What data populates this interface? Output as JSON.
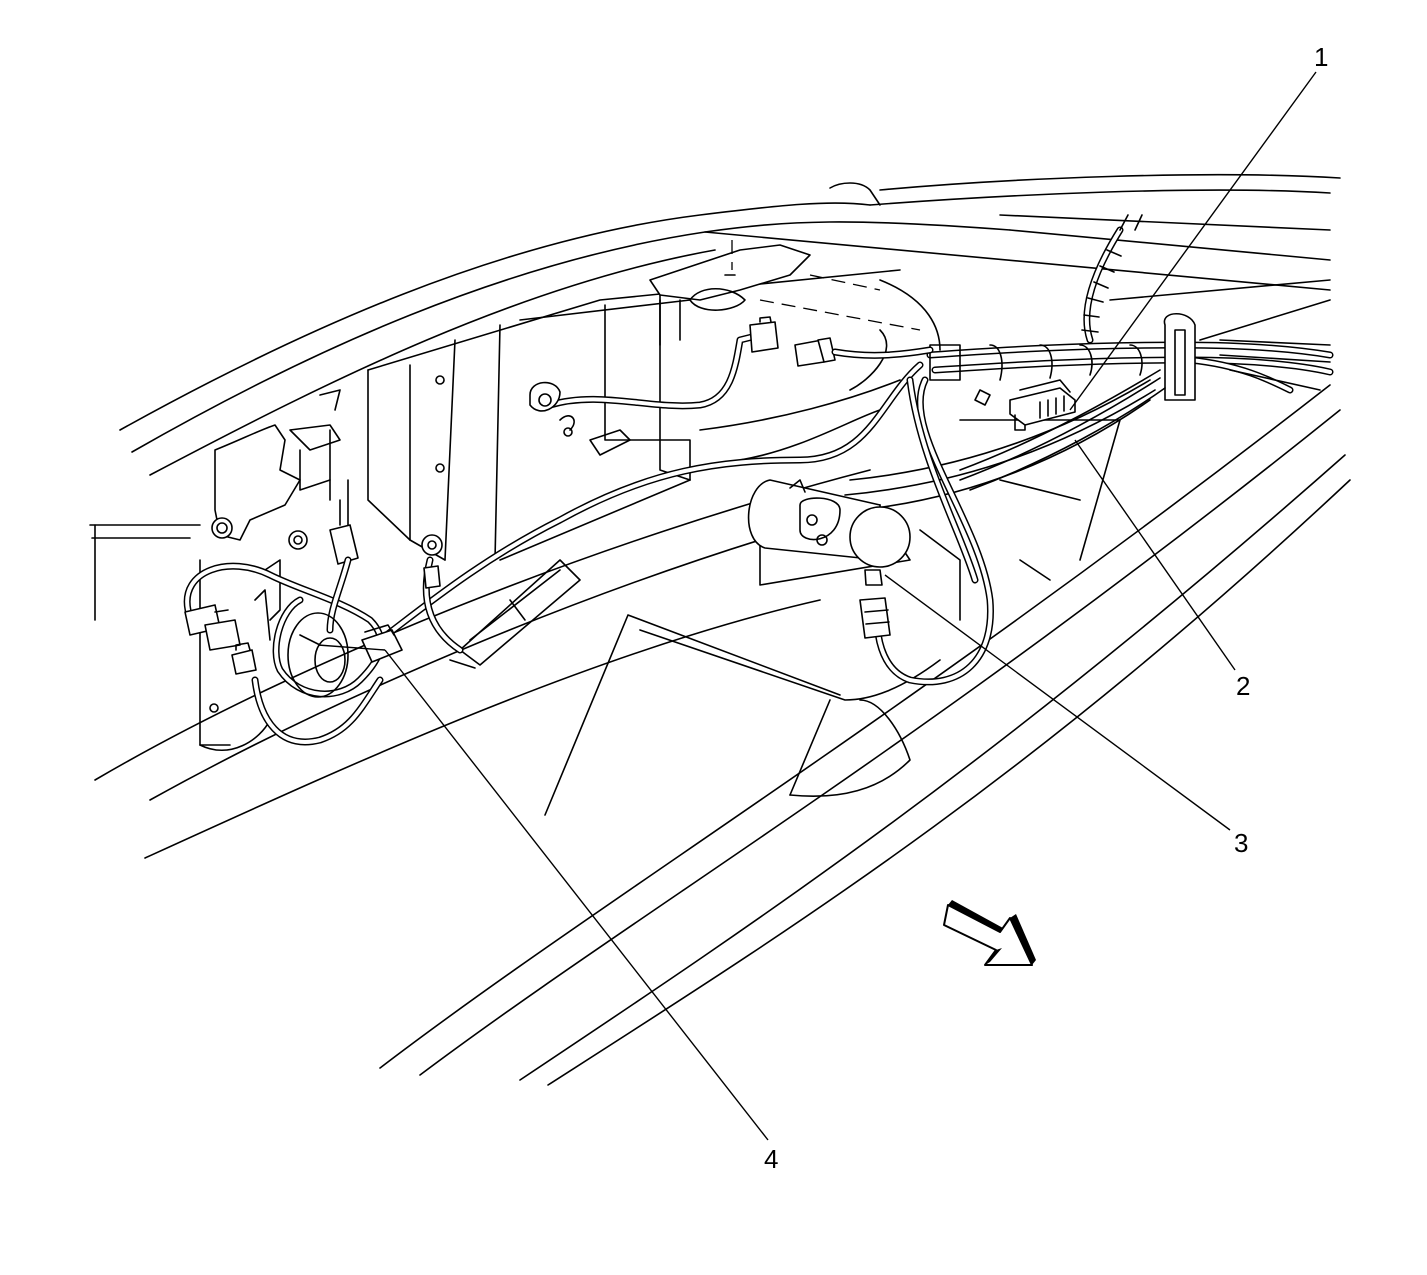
{
  "callouts": [
    {
      "id": "1",
      "text": "1"
    },
    {
      "id": "2",
      "text": "2"
    },
    {
      "id": "3",
      "text": "3"
    },
    {
      "id": "4",
      "text": "4"
    }
  ],
  "icons": {
    "direction_arrow": "front-direction-arrow-icon"
  },
  "colors": {
    "line": "#000000",
    "background": "#ffffff"
  }
}
